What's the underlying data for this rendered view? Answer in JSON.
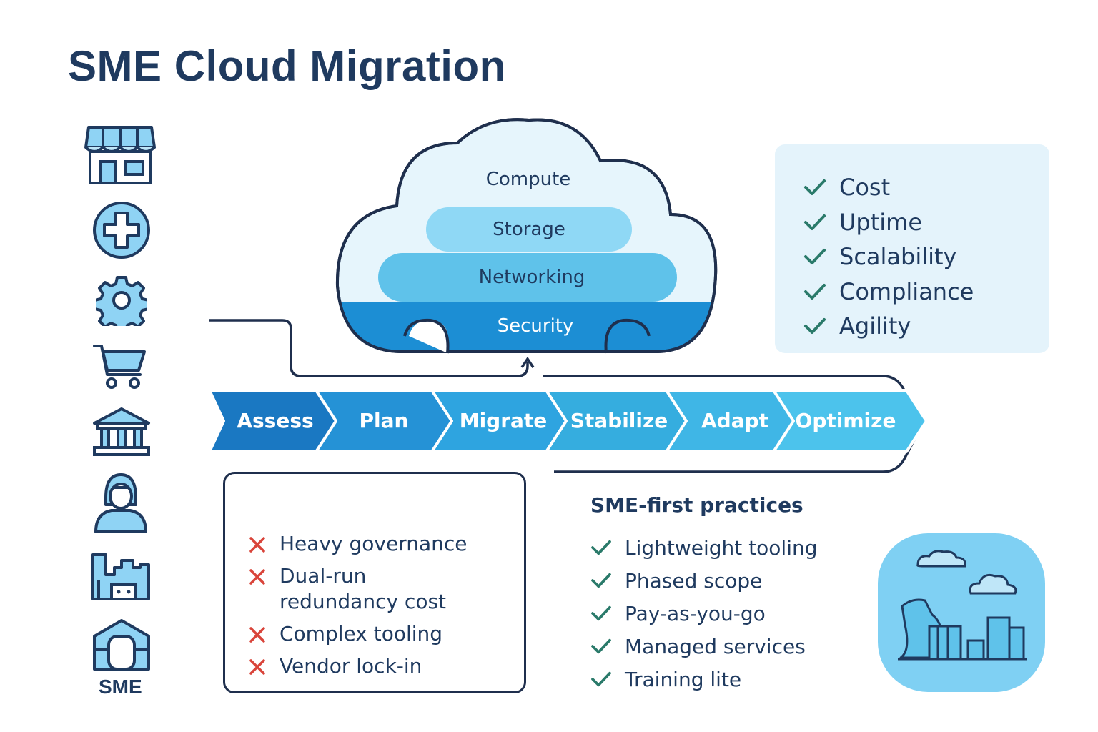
{
  "title": "SME Cloud Migration",
  "sidebar": {
    "icons": [
      "storefront-icon",
      "medical-cross-icon",
      "gear-icon",
      "shopping-cart-icon",
      "bank-icon",
      "person-icon",
      "factory-icon",
      "home-office-icon"
    ],
    "label": "SME"
  },
  "cloud": {
    "layers": [
      "Compute",
      "Storage",
      "Networking",
      "Security"
    ]
  },
  "pipeline": {
    "stages": [
      "Assess",
      "Plan",
      "Migrate",
      "Stabilize",
      "Adapt",
      "Optimize"
    ]
  },
  "benefits": [
    "Cost",
    "Uptime",
    "Scalability",
    "Compliance",
    "Agility"
  ],
  "risks": [
    "Heavy governance",
    "Dual-run redundancy cost",
    "Complex tooling",
    "Vendor lock-in"
  ],
  "practices": {
    "heading": "SME-first practices",
    "items": [
      "Lightweight tooling",
      "Phased scope",
      "Pay-as-you-go",
      "Managed services",
      "Training lite"
    ]
  },
  "colors": {
    "navy": "#1f3a5f",
    "check_green": "#2a7a6a",
    "cross_red": "#d9443a",
    "stage_dark": "#1a78c2",
    "stage_light": "#4cc3ec",
    "panel_bg": "#e4f3fb"
  }
}
